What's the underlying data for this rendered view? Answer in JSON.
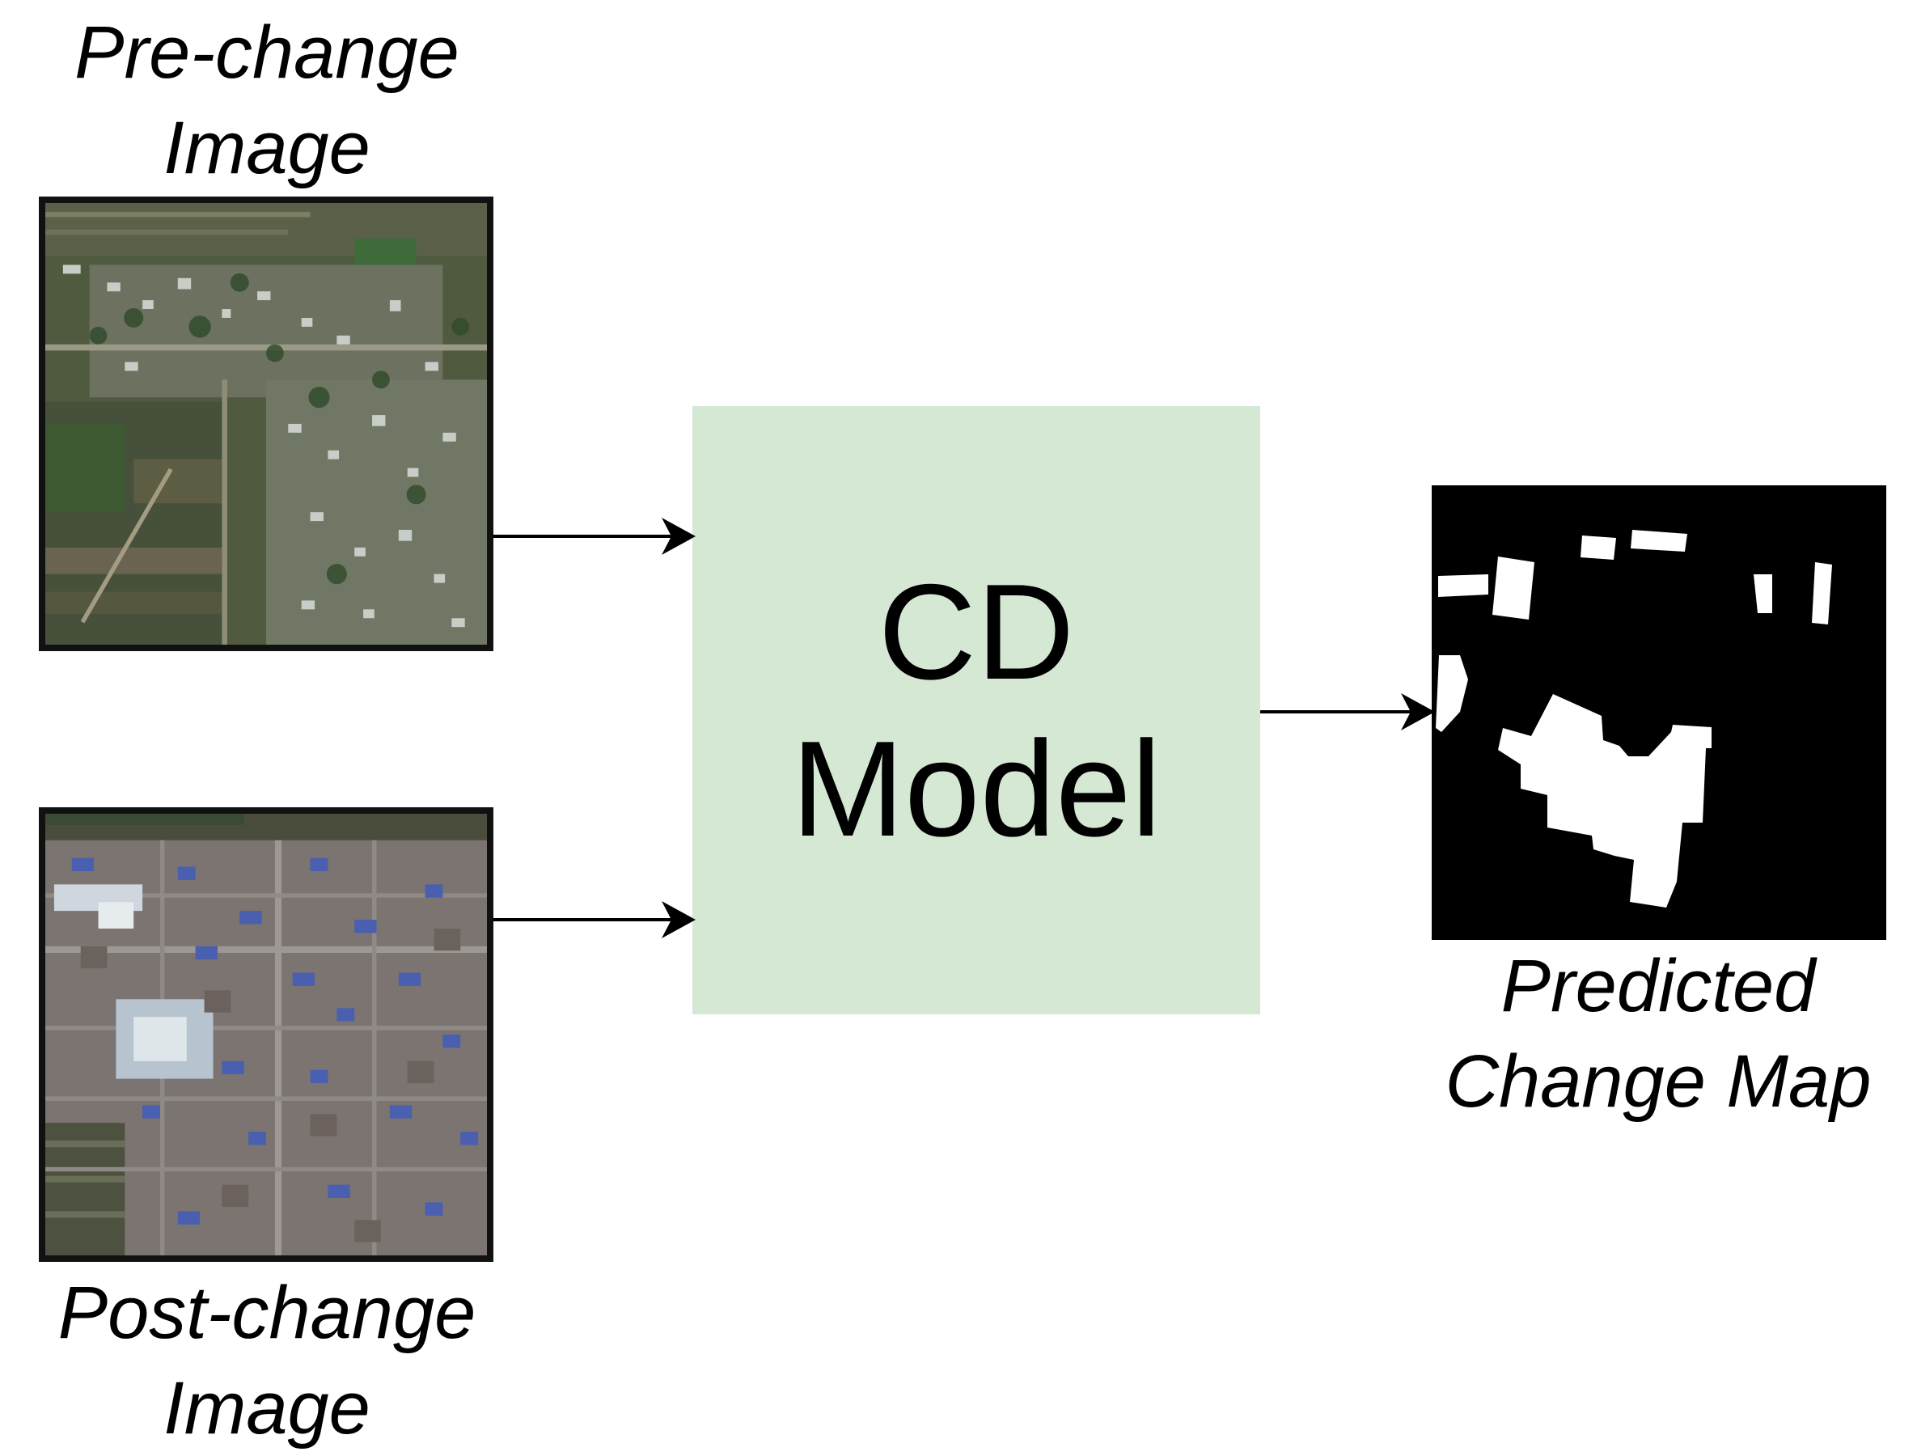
{
  "labels": {
    "pre_change": [
      "Pre-change",
      "Image"
    ],
    "post_change": [
      "Post-change",
      "Image"
    ],
    "predicted": [
      "Predicted",
      "Change Map"
    ]
  },
  "model": {
    "lines": [
      "CD",
      "Model"
    ],
    "fill_color": "#d5e8d4"
  },
  "colors": {
    "arrow": "#000000",
    "frame": "#111111",
    "change_map_background": "#000000",
    "change_map_foreground": "#ffffff"
  }
}
